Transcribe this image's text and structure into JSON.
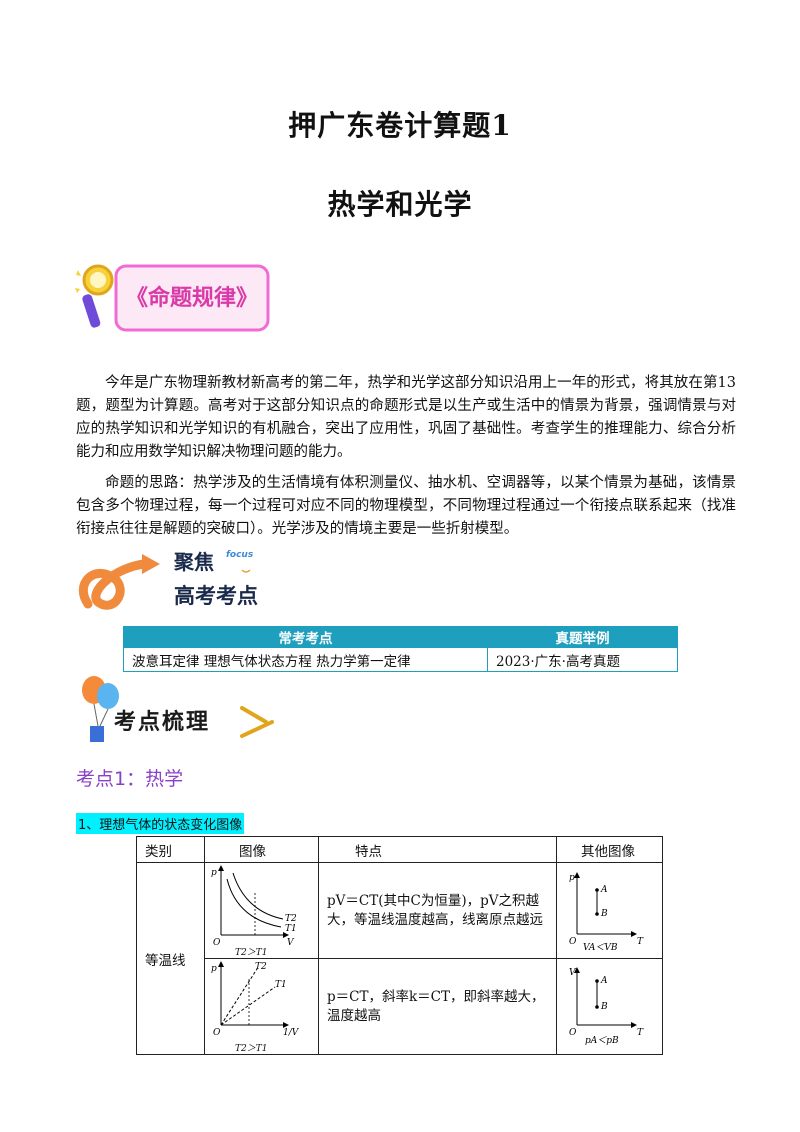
{
  "title": "押广东卷计算题1",
  "subtitle": "热学和光学",
  "banner1": "《命题规律》",
  "para1": "今年是广东物理新教材新高考的第二年，热学和光学这部分知识沿用上一年的形式，将其放在第13题，题型为计算题。高考对于这部分知识点的命题形式是以生产或生活中的情景为背景，强调情景与对应的热学知识和光学知识的有机融合，突出了应用性，巩固了基础性。考查学生的推理能力、综合分析能力和应用数学知识解决物理问题的能力。",
  "para2": "命题的思路：热学涉及的生活情境有体积测量仪、抽水机、空调器等，以某个情景为基础，该情景包含多个物理过程，每一个过程可对应不同的物理模型，不同物理过程通过一个衔接点联系起来（找准衔接点往往是解题的突破口）。光学涉及的情境主要是一些折射模型。",
  "banner2": {
    "line1": "聚焦",
    "focus": "focus",
    "line2": "高考考点"
  },
  "kd_table": {
    "headers": [
      "常考考点",
      "真题举例"
    ],
    "row": [
      "波意耳定律 理想气体状态方程 热力学第一定律",
      "2023·广东·高考真题"
    ]
  },
  "banner3": "考点梳理",
  "section1": "考点1：热学",
  "highlight1": "1、理想气体的状态变化图像",
  "state_table": {
    "headers": [
      "类别",
      "图像",
      "特点",
      "其他图像"
    ],
    "category": "等温线",
    "rows": [
      {
        "feature": "pV＝CT(其中C为恒量)，pV之积越大，等温线温度越高，线离原点越远",
        "graph": {
          "y": "p",
          "x": "V",
          "o": "O",
          "l1": "T2",
          "l2": "T1",
          "cond": "T2＞T1"
        },
        "other": {
          "y": "p",
          "x": "T",
          "o": "O",
          "a": "A",
          "b": "B",
          "cond": "VA＜VB"
        }
      },
      {
        "feature": "p＝CT，斜率k＝CT，即斜率越大，温度越高",
        "graph": {
          "y": "p",
          "x": "1/V",
          "o": "O",
          "l1": "T2",
          "l2": "T1",
          "cond": "T2＞T1"
        },
        "other": {
          "y": "V",
          "x": "T",
          "o": "O",
          "a": "A",
          "b": "B",
          "cond": "pA＜pB"
        }
      }
    ]
  }
}
